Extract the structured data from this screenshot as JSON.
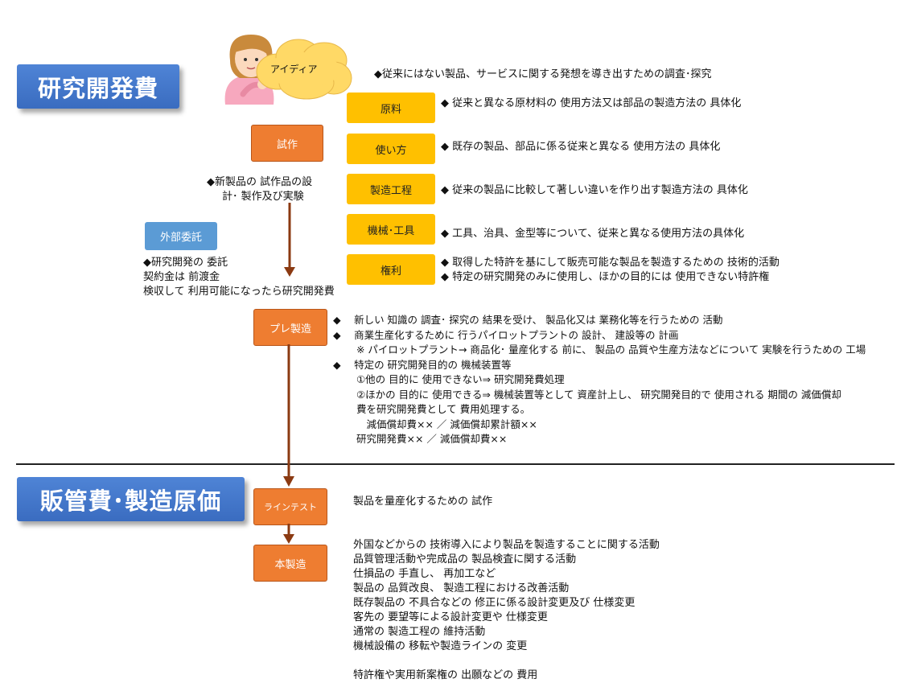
{
  "headings": {
    "research": "研究開発費",
    "sales": "販管費･製造原価"
  },
  "idea": {
    "label": "アイディア",
    "desc": "◆従来にはない製品、サービスに関する発想を導き出すための調査･探究"
  },
  "categories": [
    {
      "label": "原料",
      "desc": [
        "◆ 従来と異なる原材料の 使用方法又は部品の製造方法の 具体化"
      ]
    },
    {
      "label": "使い方",
      "desc": [
        "◆ 既存の製品、部品に係る従来と異なる 使用方法の 具体化"
      ]
    },
    {
      "label": "製造工程",
      "desc": [
        "◆ 従来の製品に比較して著しい違いを作り出す製造方法の 具体化"
      ]
    },
    {
      "label": "機械･工具",
      "desc": [
        "◆ 工具、治具、金型等について、従来と異なる使用方法の具体化"
      ]
    },
    {
      "label": "権利",
      "desc": [
        "◆ 取得した特許を基にして販売可能な製品を製造するための 技術的活動",
        "◆ 特定の研究開発のみに使用し、ほかの目的には 使用できない特許権"
      ]
    }
  ],
  "shisaku": {
    "label": "試作",
    "desc": [
      "◆新製品の 試作品の設",
      "計･ 製作及び実験"
    ]
  },
  "gaibu": {
    "label": "外部委託",
    "desc": [
      "◆研究開発の 委託",
      "契約金は 前渡金",
      "検収して 利用可能になったら研究開発費"
    ]
  },
  "pre": {
    "label": "プレ製造",
    "desc": [
      "◆　 新しい 知識の 調査･ 探究の 結果を受け、 製品化又は 業務化等を行うための 活動",
      "◆　 商業生産化するために 行うパイロットプラントの 設計、 建設等の 計画",
      "　　 ※ パイロットプラント→ 商品化･ 量産化する 前に、 製品の 品質や生産方法などについて 実験を行うための 工場",
      "◆　 特定の 研究開発目的の 機械装置等",
      "　　 ①他の 目的に 使用できない⇒ 研究開発費処理",
      "　　 ②ほかの 目的に 使用できる⇒ 機械装置等として 資産計上し、 研究開発目的で 使用される 期間の 減価償却",
      "　　 費を研究開発費として 費用処理する。",
      "　　　 減価償却費×× ／ 減価償却累計額××",
      "　　 研究開発費×× ／ 減価償却費××"
    ]
  },
  "line_test": {
    "label": "ラインテスト",
    "desc": "製品を量産化するための 試作"
  },
  "hon": {
    "label": "本製造",
    "desc": [
      "外国などからの 技術導入により製品を製造することに関する活動",
      "品質管理活動や完成品の 製品検査に関する活動",
      "仕損品の 手直し、 再加工など",
      "製品の 品質改良、 製造工程における改善活動",
      "既存製品の 不具合などの 修正に係る設計変更及び 仕様変更",
      "客先の 要望等による設計変更や 仕様変更",
      "通常の 製造工程の 維持活動",
      "機械設備の 移転や製造ラインの 変更",
      "",
      "特許権や実用新案権の 出願などの 費用"
    ]
  },
  "colors": {
    "heading": "#4472c4",
    "orange": "#ee7d31",
    "yellow": "#ffc000",
    "blue": "#5b9bd5",
    "arrow": "#8b3a12"
  }
}
